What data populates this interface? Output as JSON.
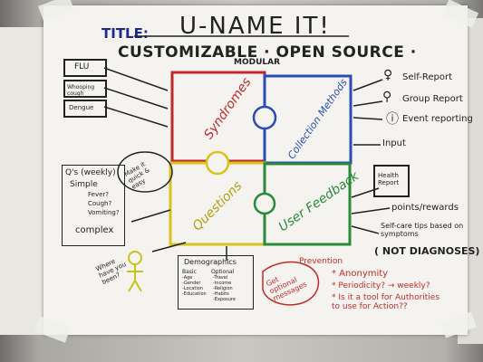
{
  "title": {
    "label": "TITLE:",
    "value": "U-NAME IT!"
  },
  "header": {
    "main": "CUSTOMIZABLE · OPEN SOURCE ·",
    "sub": "MODULAR"
  },
  "pieces": {
    "syndromes": "Syndromes",
    "collection": "Collection Methods",
    "questions": "Questions",
    "feedback": "User Feedback"
  },
  "left_boxes": [
    "FLU",
    "Whooping cough",
    "Dengue"
  ],
  "right_items": {
    "self": "Self-Report",
    "group": "Group Report",
    "event": "Event reporting",
    "input": "Input"
  },
  "health_report": "Health Report",
  "points": "points/rewards",
  "selfcare": "Self-care tips based on symptoms",
  "not_diagnoses": "( NOT DIAGNOSES)",
  "bubble": "Make it quick & easy",
  "left_box_text": [
    "Q's (weekly)",
    "Simple",
    "Fever?",
    "Cough?",
    "Vomiting?",
    "complex"
  ],
  "where_been": "Where have you been?",
  "demographics": {
    "title": "Demographics",
    "cols": [
      "Basic",
      "Optional"
    ],
    "basic": [
      "-Age",
      "-Gender",
      "-Location",
      "-Education"
    ],
    "optional": [
      "-Travel",
      "-Income",
      "-Religion",
      "-Habits",
      "-Exposure"
    ]
  },
  "prevention": "Prevention",
  "get_optional": "Get optional messages",
  "anonymity": "* Anonymity",
  "periodicity": "* Periodicity? → weekly?",
  "tool": "* Is it a tool for Authorities to use for Action??"
}
